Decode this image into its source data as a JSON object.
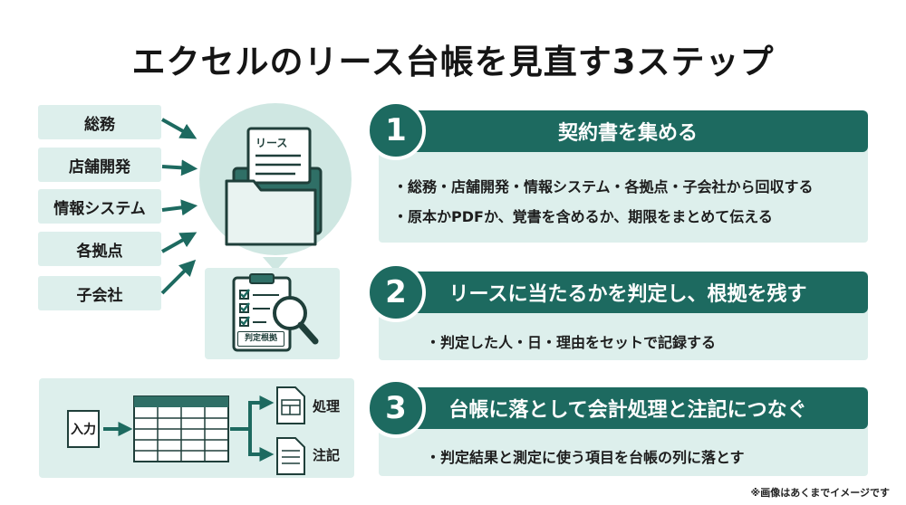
{
  "title": "エクセルのリース台帳を見直す3ステップ",
  "departments": [
    "総務",
    "店舗開発",
    "情報システム",
    "各拠点",
    "子会社"
  ],
  "illustration": {
    "doc_label": "リース",
    "badge_label": "判定根拠"
  },
  "steps": [
    {
      "number": "1",
      "heading": "契約書を集める",
      "bullets": [
        "・総務・店舗開発・情報システム・各拠点・子会社から回収する",
        "・原本かPDFか、覚書を含めるか、期限をまとめて伝える"
      ]
    },
    {
      "number": "2",
      "heading": "リースに当たるかを判定し、根拠を残す",
      "bullets": [
        "・判定した人・日・理由をセットで記録する"
      ]
    },
    {
      "number": "3",
      "heading": "台帳に落として会計処理と注記につなぐ",
      "bullets": [
        "・判定結果と測定に使う項目を台帳の列に落とす"
      ]
    }
  ],
  "flow": {
    "input_label": "入力",
    "output_1": "処理",
    "output_2": "注記"
  },
  "footnote": "※画像はあくまでイメージです",
  "colors": {
    "primary": "#1d6a60",
    "light": "#ddefec",
    "circle": "#cfe7e2"
  }
}
